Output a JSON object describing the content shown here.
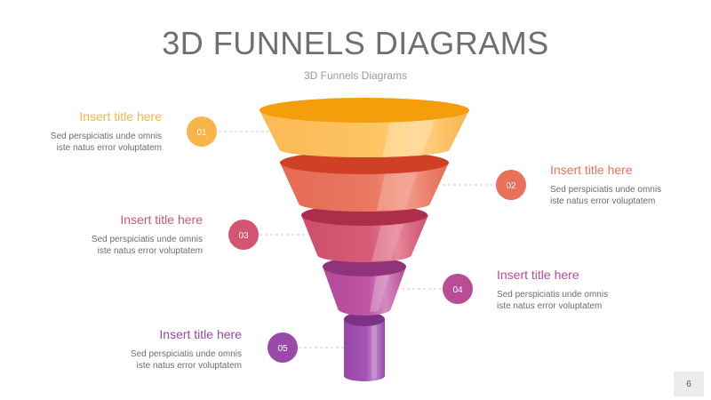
{
  "header": {
    "title": "3D FUNNELS DIAGRAMS",
    "subtitle": "3D Funnels Diagrams"
  },
  "steps": [
    {
      "number": "01",
      "title": "Insert title here",
      "text_line1": "Sed perspiciatis unde omnis",
      "text_line2": "iste natus error voluptatem",
      "color": "#f7b54a",
      "side": "left"
    },
    {
      "number": "02",
      "title": "Insert title here",
      "text_line1": "Sed perspiciatis unde omnis",
      "text_line2": "iste natus error voluptatem",
      "color": "#e9705b",
      "side": "right"
    },
    {
      "number": "03",
      "title": "Insert title here",
      "text_line1": "Sed perspiciatis unde omnis",
      "text_line2": "iste natus error voluptatem",
      "color": "#d45472",
      "side": "left"
    },
    {
      "number": "04",
      "title": "Insert title here",
      "text_line1": "Sed perspiciatis unde omnis",
      "text_line2": "iste natus error voluptatem",
      "color": "#b84d96",
      "side": "right"
    },
    {
      "number": "05",
      "title": "Insert title here",
      "text_line1": "Sed perspiciatis unde omnis",
      "text_line2": "iste natus error voluptatem",
      "color": "#9a4aa8",
      "side": "left"
    }
  ],
  "page_number": "6"
}
